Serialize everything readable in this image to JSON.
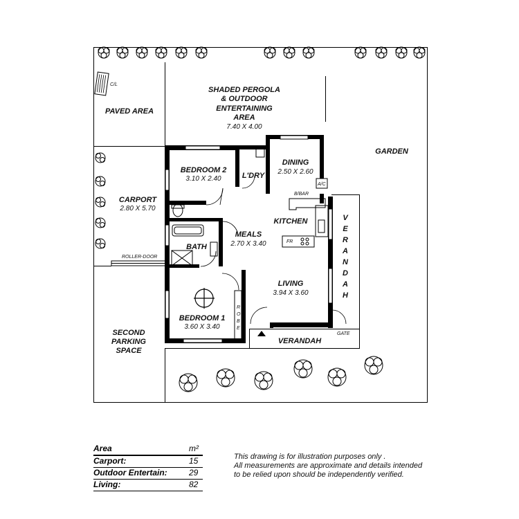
{
  "rooms": {
    "pergola": {
      "line1": "SHADED PERGOLA",
      "line2": "& OUTDOOR",
      "line3": "ENTERTAINING",
      "line4": "AREA",
      "size": "7.40 X 4.00"
    },
    "paved_area": "PAVED AREA",
    "cl": "C/L",
    "garden": "GARDEN",
    "bedroom2": {
      "name": "BEDROOM 2",
      "size": "3.10 X 2.40"
    },
    "laundry": "L'DRY",
    "dining": {
      "name": "DINING",
      "size": "2.50 X 2.60"
    },
    "ac": "A/C",
    "bbar": "B/BAR",
    "kitchen": "KITCHEN",
    "fr": "FR",
    "carport": {
      "name": "CARPORT",
      "size": "2.80 X 5.70"
    },
    "roller_door": "ROLLER-DOOR",
    "meals": {
      "name": "MEALS",
      "size": "2.70 X 3.40"
    },
    "bath": "BATH",
    "living": {
      "name": "LIVING",
      "size": "3.94 X 3.60"
    },
    "verandah_side": [
      "V",
      "E",
      "R",
      "A",
      "N",
      "D",
      "A",
      "H"
    ],
    "bedroom1": {
      "name": "BEDROOM 1",
      "size": "3.60 X 3.40"
    },
    "robe": [
      "R",
      "O",
      "B",
      "E"
    ],
    "second_parking": {
      "line1": "SECOND",
      "line2": "PARKING",
      "line3": "SPACE"
    },
    "verandah_front": "VERANDAH",
    "gate": "GATE"
  },
  "area_table": {
    "header": {
      "label": "Area",
      "unit": "m²"
    },
    "rows": [
      {
        "label": "Carport:",
        "value": "15"
      },
      {
        "label": "Outdoor Entertain:",
        "value": "29"
      },
      {
        "label": "Living:",
        "value": "82"
      }
    ]
  },
  "disclaimer": {
    "line1": "This drawing is for illustration purposes only .",
    "line2": "All measurements are approximate and details intended",
    "line3": "to be relied upon should be independently verified."
  }
}
